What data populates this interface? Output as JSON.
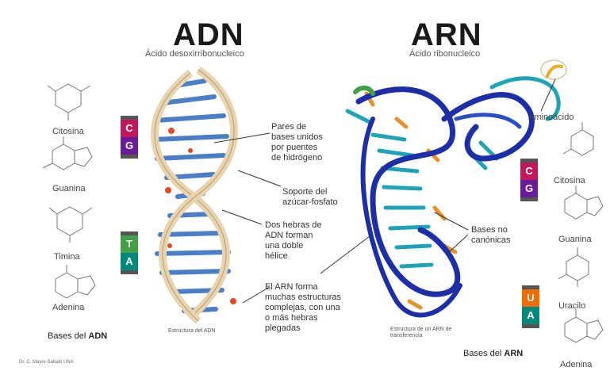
{
  "dna": {
    "title": "ADN",
    "subtitle": "Ácido desoxirribonucleico",
    "caption": "Estructura del ADN",
    "bases_prefix": "Bases del ",
    "bases_bold": "ADN",
    "bases": [
      "Citosina",
      "Guanina",
      "Timina",
      "Adenina"
    ],
    "chip_top": {
      "letters": [
        "C",
        "G"
      ],
      "colors": [
        "#c2185b",
        "#6a1b9a"
      ]
    },
    "chip_bottom": {
      "letters": [
        "T",
        "A"
      ],
      "colors": [
        "#43a047",
        "#00897b"
      ]
    }
  },
  "rna": {
    "title": "ARN",
    "subtitle": "Ácido ribonucleico",
    "caption_line1": "Estructura de un ARN de",
    "caption_line2": "transferencia",
    "bases_prefix": "Bases del ",
    "bases_bold": "ARN",
    "aminoacid": "Aminoácido",
    "bases": [
      "Citosina",
      "Guanina",
      "Uracilo",
      "Adenina"
    ],
    "chip_top": {
      "letters": [
        "C",
        "G"
      ],
      "colors": [
        "#c2185b",
        "#6a1b9a"
      ]
    },
    "chip_bottom": {
      "letters": [
        "U",
        "A"
      ],
      "colors": [
        "#ef6c00",
        "#00897b"
      ]
    }
  },
  "annotations": {
    "pairs": [
      "Pares de",
      "bases unidos",
      "por puentes",
      "de hidrógeno"
    ],
    "backbone": [
      "Soporte del",
      "azúcar-fosfato"
    ],
    "strands": [
      "Dos hebras de",
      "ADN forman",
      "una doble",
      "hélice"
    ],
    "rna_forms": [
      "El ARN forma",
      "muchas estructuras",
      "complejas, con una",
      "o más hebras",
      "plegadas"
    ],
    "non_canonical": [
      "Bases no",
      "canónicas"
    ]
  },
  "credit": "Dr. C. Mayor-Sabalo UNA",
  "colors": {
    "dna_blue": "#4a7ec8",
    "dna_tan": "#e8d5b0",
    "rna_navy": "#1c2fa8",
    "rna_cyan": "#1fa3b8",
    "accent_orange": "#e8912a"
  }
}
